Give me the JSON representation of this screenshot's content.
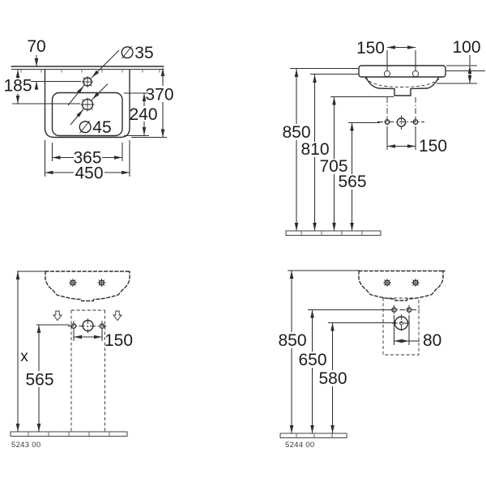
{
  "title": "washbasin-technical-drawing",
  "colors": {
    "line": "#2e2e2e",
    "floor_fill": "#d7dadb",
    "bolt_fill": "#949a9f"
  },
  "plan_view": {
    "dim_tap_offset": "70",
    "dim_drain_offset": "185",
    "dia_tap_hole": "∅35",
    "dia_drain_hole": "∅45",
    "dim_depth": "370",
    "dim_bowl_depth": "240",
    "dim_bowl_width": "365",
    "dim_width": "450"
  },
  "side_view": {
    "dim_bolt_spacing": "150",
    "dim_apron_height": "100",
    "dim_rim_height": "850",
    "dim_bolt_height": "810",
    "dim_outlet_height": "705",
    "dim_fix_height": "565",
    "dim_fix_spacing": "150"
  },
  "front_view_a": {
    "dim_total_height": "x",
    "dim_fix_height": "565",
    "dim_fix_spacing": "150",
    "code": "5243 00"
  },
  "front_view_b": {
    "dim_rim_height": "850",
    "dim_fix_height": "650",
    "dim_drain_height": "580",
    "dim_fix_spacing": "80",
    "code": "5244 00"
  }
}
